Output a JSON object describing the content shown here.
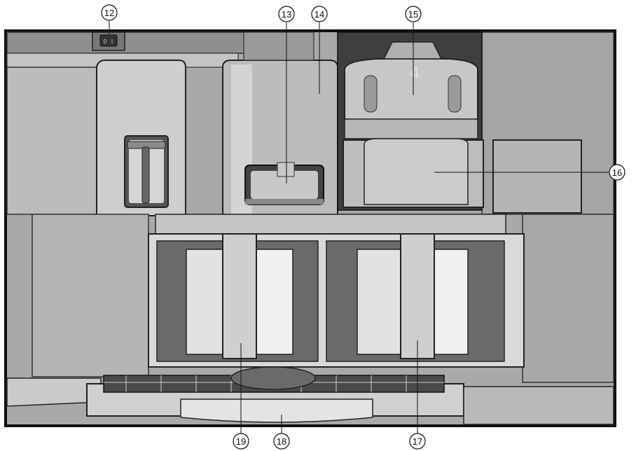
{
  "diagram": {
    "callouts": [
      {
        "id": "c12",
        "label": "12"
      },
      {
        "id": "c13",
        "label": "13"
      },
      {
        "id": "c14",
        "label": "14"
      },
      {
        "id": "c15",
        "label": "15"
      },
      {
        "id": "c16",
        "label": "16"
      },
      {
        "id": "c17",
        "label": "17"
      },
      {
        "id": "c18",
        "label": "18"
      },
      {
        "id": "c19",
        "label": "19"
      }
    ],
    "container_mark": "4",
    "switch_marks": {
      "off": "0",
      "on": "I"
    }
  }
}
